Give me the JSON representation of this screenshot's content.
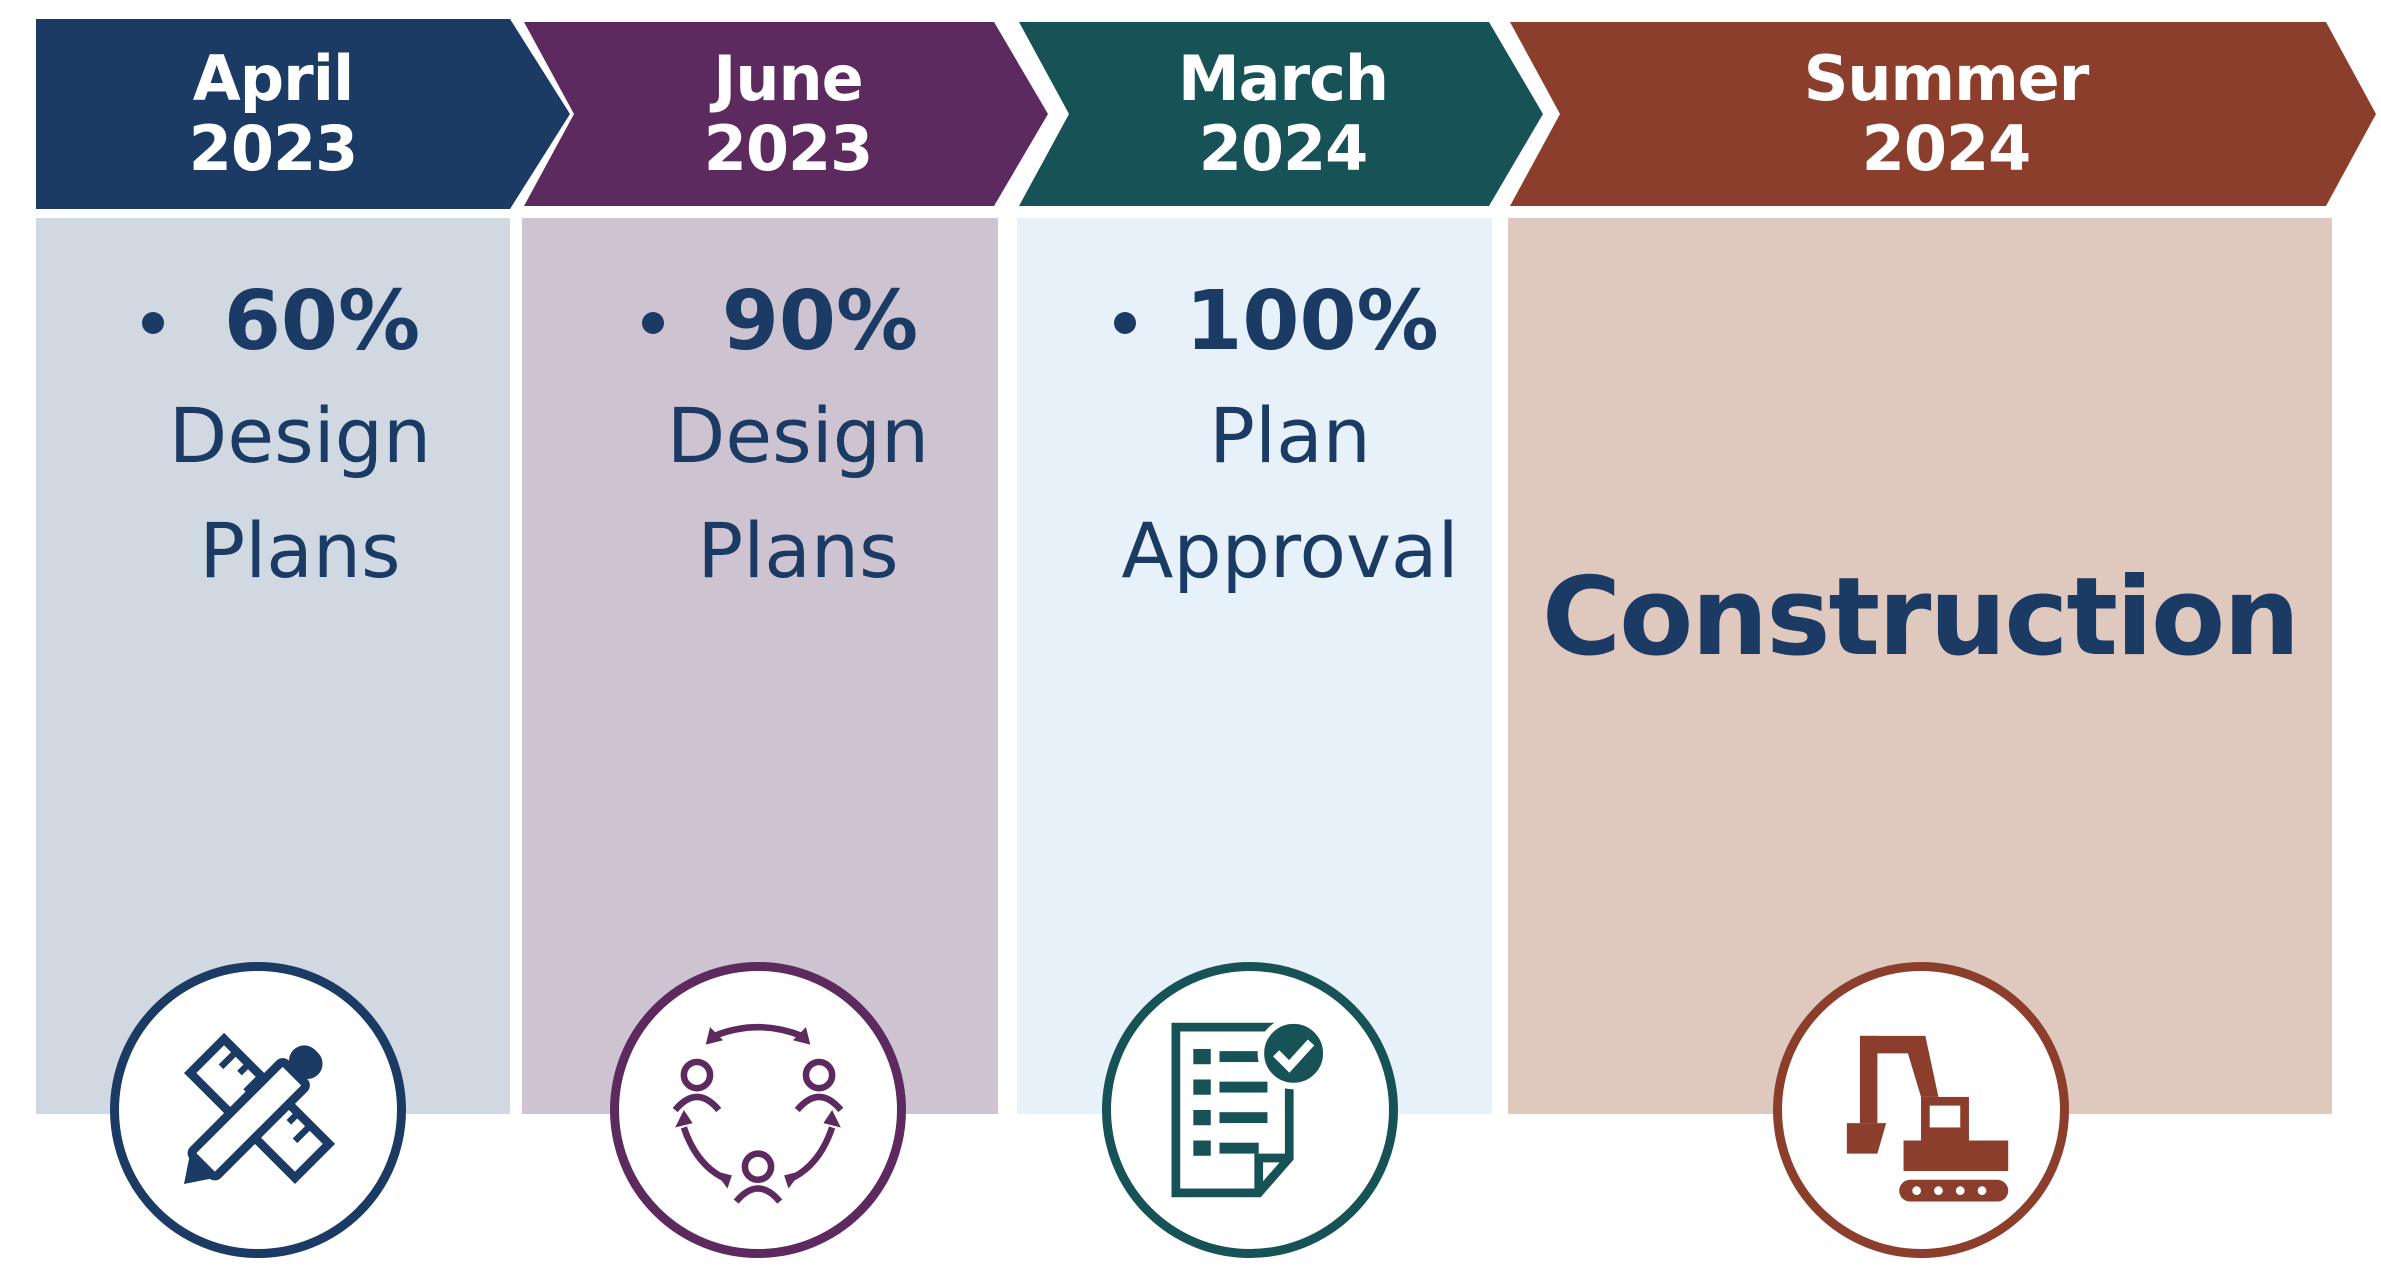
{
  "colors": {
    "navy": "#1b3a64",
    "plum": "#5c2a5e",
    "teal": "#175257",
    "rust": "#8c3e2c",
    "panel_navy": "#d0d8e1",
    "panel_plum": "#cec4d1",
    "panel_teal": "#e6f1f9",
    "panel_rust": "#dfc8bd",
    "text": "#1b3a64"
  },
  "timeline": [
    {
      "date_line1": "April",
      "date_line2": "2023",
      "milestone_value": "60%",
      "milestone_line2": "Design",
      "milestone_line3": "Plans",
      "icon": "ruler-pencil-icon"
    },
    {
      "date_line1": "June",
      "date_line2": "2023",
      "milestone_value": "90%",
      "milestone_line2": "Design",
      "milestone_line3": "Plans",
      "icon": "people-cycle-icon"
    },
    {
      "date_line1": "March",
      "date_line2": "2024",
      "milestone_value": "100%",
      "milestone_line2": "Plan",
      "milestone_line3": "Approval",
      "icon": "checklist-approval-icon"
    },
    {
      "date_line1": "Summer",
      "date_line2": "2024",
      "milestone_label": "Construction",
      "icon": "excavator-icon"
    }
  ]
}
